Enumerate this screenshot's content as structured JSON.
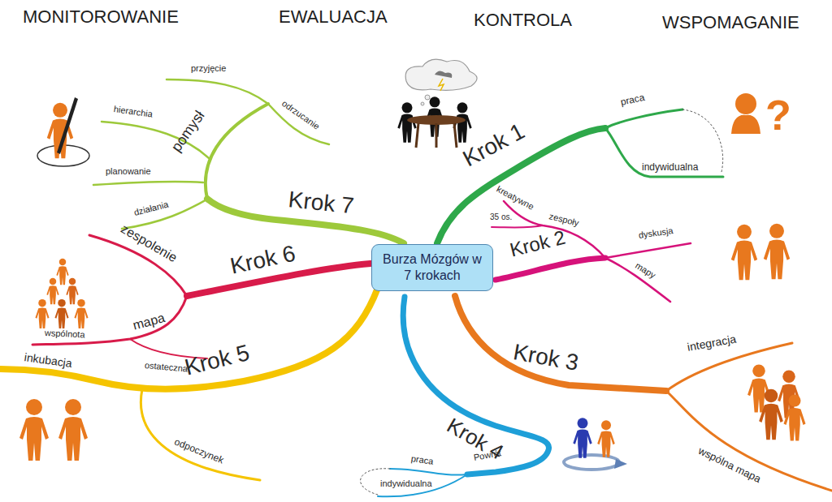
{
  "diagram": {
    "nodes": [
      {
        "text": [
          "Burza Mózgów w 7 krokach"
        ]
      }
    ],
    "labels": [
      "MONITOROWANIE",
      "EWALUACJA",
      "KONTROLA",
      "WSPOMAGANIE",
      "Krok 1",
      "praca",
      "indywidualna",
      "Krok 2",
      "kreatywne",
      "35 os.",
      "zespoły",
      "dyskusja",
      "mapy",
      "Krok 3",
      "integracja",
      "wspólna mapa",
      "Krok 4",
      "Powrót",
      "praca",
      "indywidualna",
      "Krok 5",
      "inkubacja",
      "odpoczynek",
      "Krok 6",
      "zespolenie",
      "mapa",
      "wspólnota",
      "ostateczna",
      "Krok 7",
      "pomysł",
      "przyjęcie",
      "odrzucanie",
      "hierarchia",
      "planowanie",
      "działania"
    ]
  }
}
